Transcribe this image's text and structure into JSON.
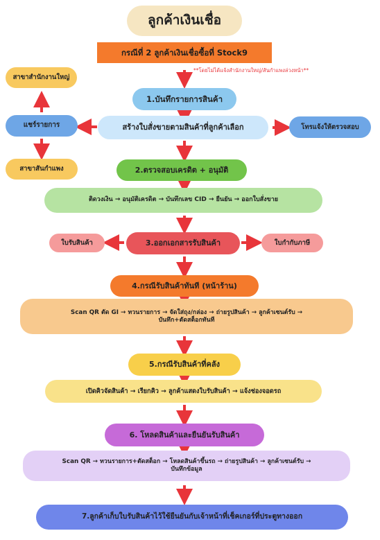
{
  "title": "ลูกค้าเงินเชื่อ",
  "case_banner": "กรณีที่ 2 ลูกค้าเงินเชื่อซื้อที่ Stock9",
  "note": "**โดยไม่ได้แจ้งสำนักงานใหญ่/สันกำแพงล่วงหน้า**",
  "side": {
    "head_office": "สาขาสำนักงานใหญ่",
    "share_list": "แชร์รายการ",
    "sankamphaeng": "สาขาสันกำแพง",
    "call_check": "โทรแจ้งให้ตรวจสอบ"
  },
  "steps": {
    "s1": "1.บันทึกรายการสินค้า",
    "s1_detail": "สร้างใบสั่งขายตามสินค้าที่ลูกค้าเลือก",
    "s2": "2.ตรวจสอบเครดิต + อนุมัติ",
    "s2_detail": "ติดวงเงิน → อนุมัติเครดิต → บันทึกเลข CID →  ยืนยัน → ออกใบสั่งขาย",
    "s3": "3.ออกเอกสารรับสินค้า",
    "s3_left": "ใบรับสินค้า",
    "s3_right": "ใบกำกับภาษี",
    "s4": "4.กรณีรับสินค้าทันที (หน้าร้าน)",
    "s4_detail_1": "Scan QR ตัด GI → ทวนรายการ → จัดใส่ถุง/กล่อง → ถ่ายรูปสินค้า → ลูกค้าเซนต์รับ →",
    "s4_detail_2": "บันทึก+ตัดสต็อกทันที",
    "s5": "5.กรณีรับสินค้าที่คลัง",
    "s5_detail": "เปิดคิวจัดสินค้า → เรียกคิว → ลูกค้าแสดงใบรับสินค้า → แจ้งช่องจอดรถ",
    "s6": "6. โหลดสินค้าและยืนยันรับสินค้า",
    "s6_detail_1": "Scan QR → ทวนรายการ+ตัดสต็อก → โหลดสินค้าขึ้นรถ → ถ่ายรูปสินค้า → ลูกค้าเซนต์รับ →",
    "s6_detail_2": "บันทึกข้อมูล",
    "s7": "7.ลูกค้าเก็บใบรับสินค้าไว้ใช้ยืนยันกับเจ้าหน้าที่เช็คเกอร์ที่ประตูทางออก"
  },
  "colors": {
    "arrow": "#e8353a",
    "title_bg": "#f6e6c2",
    "banner_bg": "#f47a2c",
    "blue": "#8cc8ee",
    "light_blue": "#cde7fb",
    "side_blue": "#6ea6e6",
    "yellow": "#f8c95f",
    "green": "#72c44a",
    "light_green": "#b6e3a2",
    "red": "#e8555a",
    "pink": "#f59b9b",
    "orange": "#f47a2c",
    "light_orange": "#f8c98e",
    "gold": "#f8cf4a",
    "light_gold": "#f9e28a",
    "purple": "#c66ad8",
    "light_purple": "#e3d0f6",
    "indigo": "#6f86ea"
  }
}
